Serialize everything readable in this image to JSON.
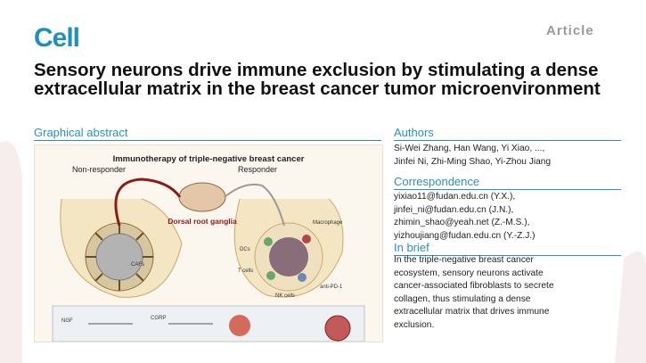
{
  "header": {
    "journal": "Cell",
    "article_type": "Article"
  },
  "title": "Sensory neurons drive immune exclusion by stimulating a dense extracellular matrix in the breast cancer tumor microenvironment",
  "graphical_abstract": {
    "heading": "Graphical abstract",
    "figure_title": "Immunotherapy of triple-negative breast cancer",
    "non_responder": "Non-responder",
    "responder": "Responder",
    "ganglia": "Dorsal root ganglia",
    "labels": {
      "cafs": "CAFs",
      "dcs": "DCs",
      "t_cells": "T cells",
      "nk_cells": "NK cells",
      "macrophage": "Macrophage",
      "anti_pd1": "anti-PD-1",
      "ngf": "NGF",
      "cgrp": "CGRP"
    }
  },
  "authors": {
    "heading": "Authors",
    "line1": "Si-Wei Zhang, Han Wang, Yi Xiao, ...,",
    "line2": "Jinfei Ni, Zhi-Ming Shao, Yi-Zhou Jiang"
  },
  "correspondence": {
    "heading": "Correspondence",
    "emails": [
      "yixiao11@fudan.edu.cn (Y.X.),",
      "jinfei_ni@fudan.edu.cn (J.N.),",
      "zhimin_shao@yeah.net (Z.-M.S.),",
      "yizhoujiang@fudan.edu.cn (Y.-Z.J.)"
    ]
  },
  "in_brief": {
    "heading": "In brief",
    "lines": [
      "In the triple-negative breast cancer",
      "ecosystem, sensory neurons activate",
      "cancer-associated fibroblasts to secrete",
      "collagen, thus stimulating a dense",
      "extracellular matrix that drives immune",
      "exclusion."
    ]
  },
  "colors": {
    "brand": "#1f8fc0",
    "section": "#2a8fbf",
    "nerve": "#8b1a1a",
    "tissue": "#e9d7a8"
  }
}
